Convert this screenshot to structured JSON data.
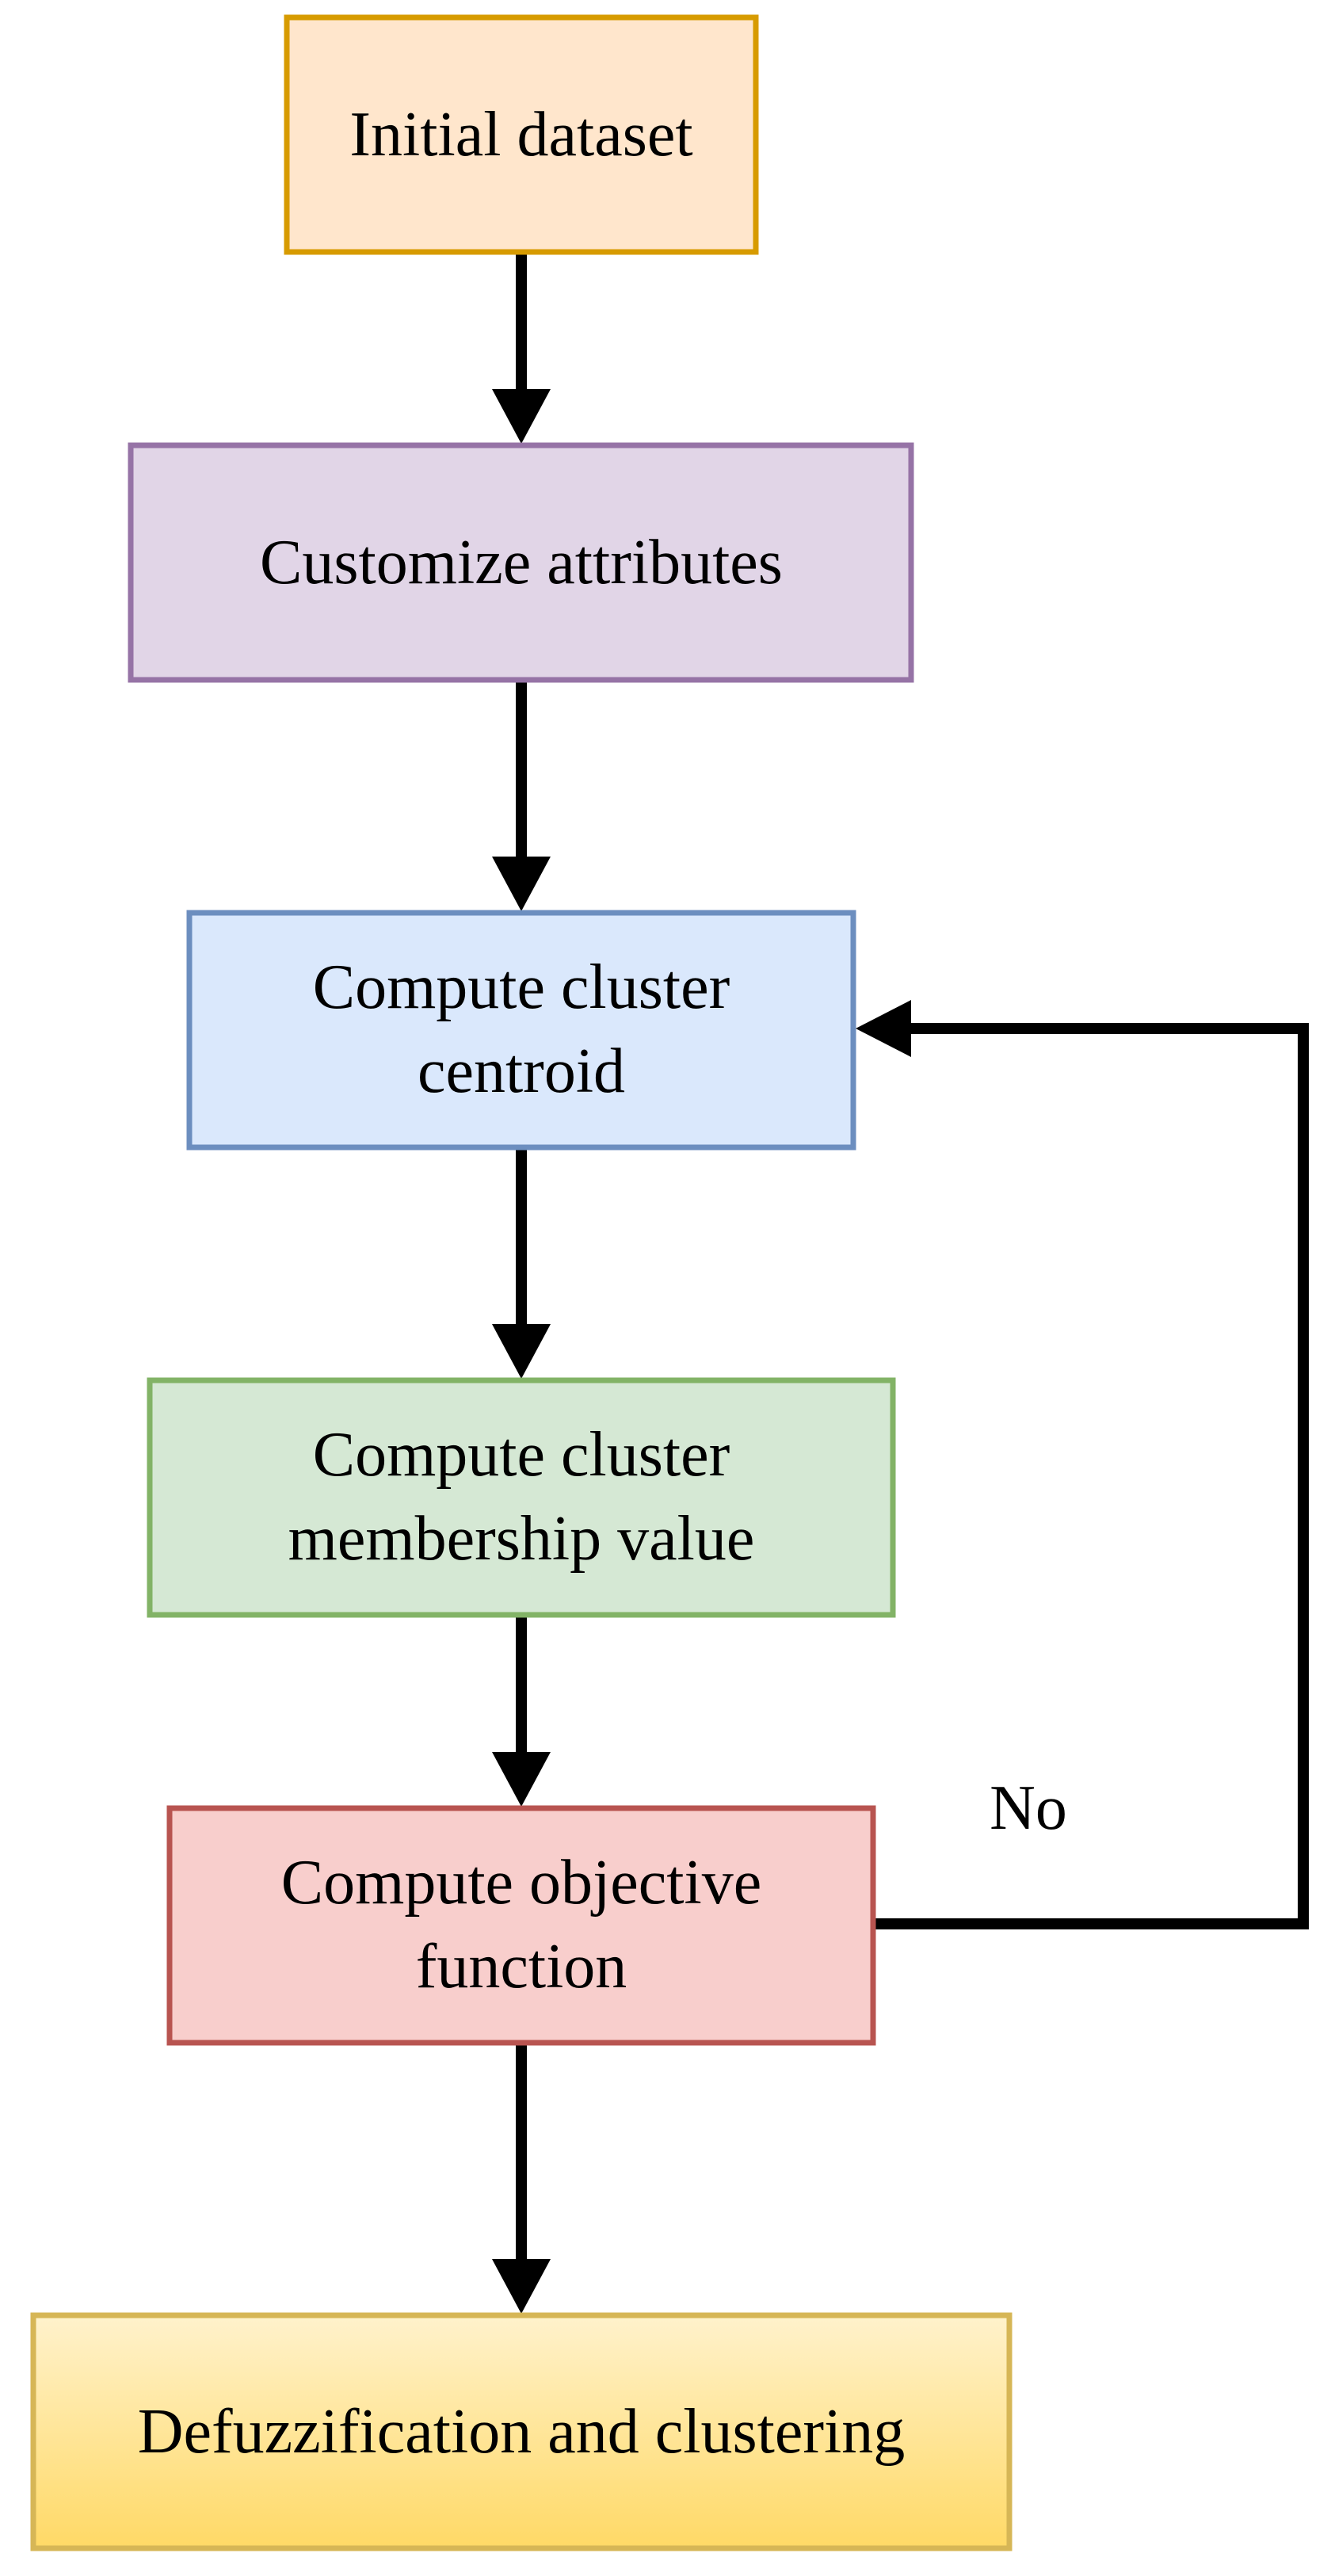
{
  "diagram": {
    "nodes": [
      {
        "id": "initial",
        "lines": [
          "Initial dataset"
        ],
        "fill": "#FFE6CC",
        "stroke": "#D79B00"
      },
      {
        "id": "customize",
        "lines": [
          "Customize attributes"
        ],
        "fill": "#E1D5E7",
        "stroke": "#9673A6"
      },
      {
        "id": "centroid",
        "lines": [
          "Compute cluster",
          "centroid"
        ],
        "fill": "#DAE8FC",
        "stroke": "#6C8EBF"
      },
      {
        "id": "membership",
        "lines": [
          "Compute cluster",
          "membership value"
        ],
        "fill": "#D5E8D4",
        "stroke": "#82B366"
      },
      {
        "id": "objective",
        "lines": [
          "Compute objective",
          "function"
        ],
        "fill": "#F8CECC",
        "stroke": "#B85450"
      },
      {
        "id": "defuzz",
        "lines": [
          "Defuzzification and clustering"
        ],
        "fill_top": "#FFF2CC",
        "fill_bottom": "#FFD966",
        "stroke": "#D6B656"
      }
    ],
    "loop_label": "No",
    "edge_color": "#000000"
  }
}
